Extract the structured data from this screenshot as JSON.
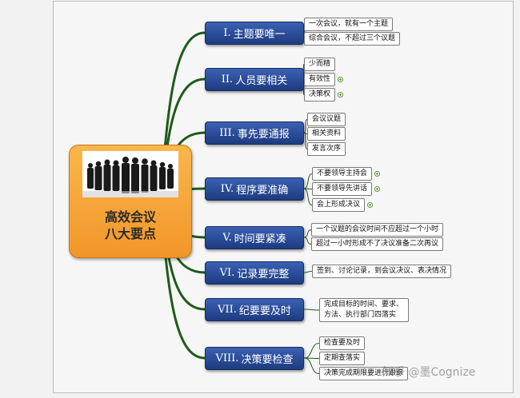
{
  "center": {
    "title_line1": "高效会议",
    "title_line2": "八大要点"
  },
  "branches": [
    {
      "num": "I.",
      "label": "主题要唯一",
      "leaves": [
        "一次会议，就有一个主题",
        "综合会议，不超过三个议题"
      ]
    },
    {
      "num": "II.",
      "label": "人员要相关",
      "leaves": [
        "少而精",
        "有效性",
        "决策权"
      ]
    },
    {
      "num": "III.",
      "label": "事先要通报",
      "leaves": [
        "会议议题",
        "相关资料",
        "发言次序"
      ]
    },
    {
      "num": "IV.",
      "label": "程序要准确",
      "leaves": [
        "不要领导主持会",
        "不要领导先讲话",
        "会上形成决议"
      ]
    },
    {
      "num": "V.",
      "label": "时间要紧凑",
      "leaves": [
        "一个议题的会议时间不应超过一个小时",
        "超过一小时形成不了决议准备二次再议"
      ]
    },
    {
      "num": "VI.",
      "label": "记录要完整",
      "leaves": [
        "签到、讨论记录，到会议决议、表决情况"
      ]
    },
    {
      "num": "VII.",
      "label": "纪要要及时",
      "leaves": [
        "完成目标的时间、要求、方法、执行部门四落实"
      ]
    },
    {
      "num": "VIII.",
      "label": "决策要检查",
      "leaves": [
        "检查要及时",
        "定期查落实",
        "决策完成期限要进行跟踪"
      ]
    }
  ],
  "watermark": "知乎 @墨Cognize",
  "colors": {
    "branch_fill": "#2a4a99",
    "center_fill": "#f4a23a",
    "link_green": "#1f5a1a"
  }
}
